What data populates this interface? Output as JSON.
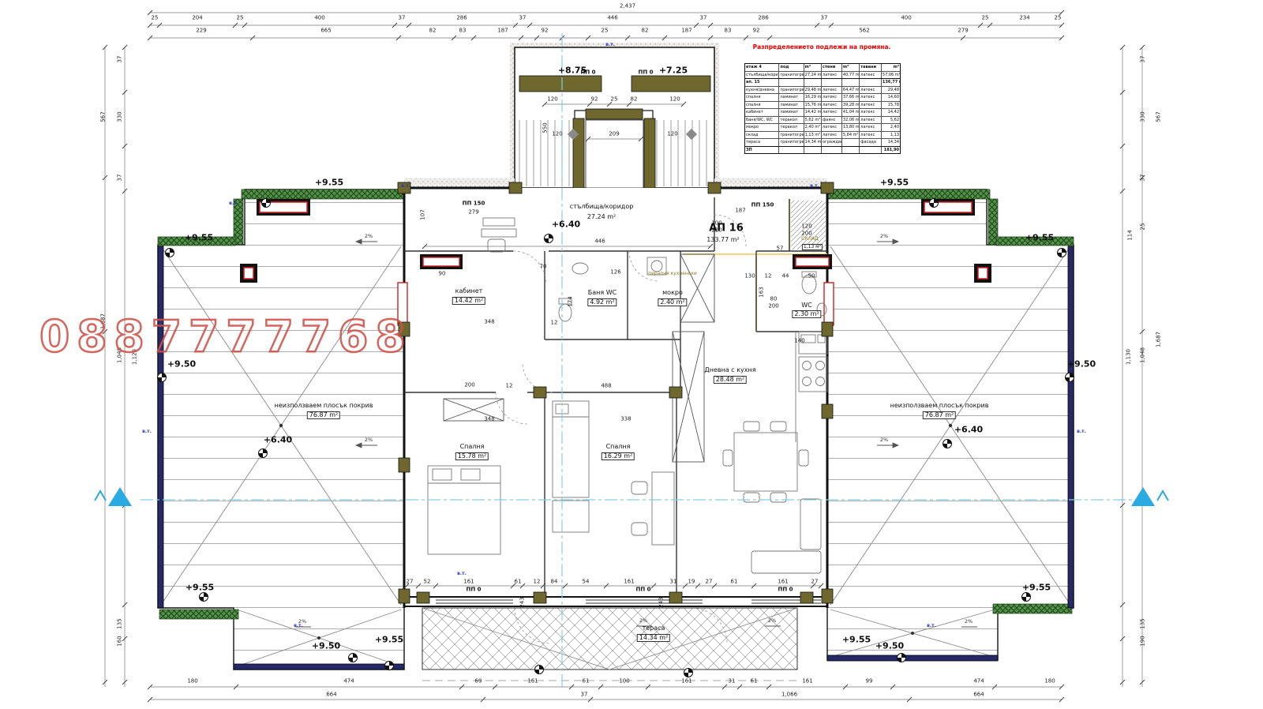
{
  "watermark": {
    "text": "0887777768"
  },
  "colors": {
    "wall_olive": "#6e682f",
    "green_roof_band": "#4c8b41",
    "navy_parapet": "#252a66",
    "skylight_red": "#cc2222",
    "centerline_cyan": "#86cfe3",
    "watermark_red": "#cf5148",
    "table_title_red": "#ec0000"
  },
  "section_table": {
    "title": "Разпределението подлежи на промяна.",
    "header": [
      "етаж 4",
      "под",
      "m²",
      "стени",
      "m²",
      "тавани",
      "m²"
    ],
    "rows": [
      [
        "стълбища/коридор",
        "гранитогрес",
        "27,24 m²",
        "латекс",
        "40,77 m²",
        "латекс",
        "57,06 m²"
      ],
      [
        "ап. 15",
        "",
        "",
        "",
        "",
        "",
        "136,77 m²"
      ],
      [
        "кухня/дневна",
        "гранитогрес",
        "29,48 m²",
        "латекс",
        "64,47 m²",
        "латекс",
        "29,48"
      ],
      [
        "спалня",
        "ламинат",
        "16,29 m²",
        "латекс",
        "37,66 m²",
        "латекс",
        "14,60"
      ],
      [
        "спалня",
        "ламинат",
        "15,76 m²",
        "латекс",
        "39,28 m²",
        "латекс",
        "15,78"
      ],
      [
        "кабинет",
        "ламинат",
        "14,42 m²",
        "латекс",
        "41,04 m²",
        "латекс",
        "14,42"
      ],
      [
        "баня/WC, WC",
        "теракол",
        "5,62 m²",
        "фаянс",
        "32,06 m²",
        "латекс",
        "5,62"
      ],
      [
        "мокро",
        "теракол",
        "2,40 m²",
        "латекс",
        "13,80 m²",
        "латекс",
        "2,40"
      ],
      [
        "склад",
        "гранитогрес",
        "1,13 m²",
        "латекс",
        "5,84 m²",
        "латекс",
        "1,13"
      ],
      [
        "тераса",
        "гранитогрес",
        "14,34 m²",
        "ограждане",
        "",
        "фасада",
        "14,34"
      ],
      [
        "ЗП",
        "",
        "",
        "",
        "",
        "",
        "181,90"
      ]
    ]
  },
  "annotations": [
    [
      "2,437",
      795,
      8,
      "d"
    ],
    [
      "25",
      196,
      23,
      "d"
    ],
    [
      "204",
      250,
      23,
      "d"
    ],
    [
      "25",
      304,
      23,
      "d"
    ],
    [
      "400",
      405,
      23,
      "d"
    ],
    [
      "37",
      509,
      23,
      "d"
    ],
    [
      "286",
      585,
      23,
      "d"
    ],
    [
      "37",
      662,
      23,
      "d"
    ],
    [
      "446",
      776,
      23,
      "d"
    ],
    [
      "37",
      891,
      23,
      "d"
    ],
    [
      "286",
      967,
      23,
      "d"
    ],
    [
      "37",
      1044,
      23,
      "d"
    ],
    [
      "400",
      1148,
      23,
      "d"
    ],
    [
      "25",
      1248,
      23,
      "d"
    ],
    [
      "234",
      1298,
      23,
      "d"
    ],
    [
      "25",
      1340,
      23,
      "d"
    ],
    [
      "229",
      255,
      39,
      "d"
    ],
    [
      "665",
      413,
      39,
      "d"
    ],
    [
      "82",
      548,
      39,
      "d"
    ],
    [
      "83",
      586,
      39,
      "d"
    ],
    [
      "187",
      637,
      39,
      "d"
    ],
    [
      "92",
      690,
      39,
      "d"
    ],
    [
      "25",
      766,
      39,
      "d"
    ],
    [
      "82",
      817,
      39,
      "d"
    ],
    [
      "187",
      870,
      39,
      "d"
    ],
    [
      "83",
      922,
      39,
      "d"
    ],
    [
      "92",
      958,
      39,
      "d"
    ],
    [
      "562",
      1095,
      39,
      "d"
    ],
    [
      "279",
      1220,
      39,
      "d"
    ],
    [
      "120",
      700,
      126,
      "d"
    ],
    [
      "92",
      753,
      126,
      "d"
    ],
    [
      "25",
      778,
      126,
      "d"
    ],
    [
      "82",
      803,
      126,
      "d"
    ],
    [
      "120",
      855,
      126,
      "d"
    ],
    [
      "120",
      706,
      170,
      "d"
    ],
    [
      "209",
      778,
      170,
      "d"
    ],
    [
      "120",
      852,
      170,
      "d"
    ],
    [
      "446",
      760,
      306,
      "d"
    ],
    [
      "279",
      600,
      269,
      "d"
    ],
    [
      "187",
      938,
      267,
      "d"
    ],
    [
      "100",
      908,
      283,
      "d"
    ],
    [
      "210",
      908,
      292,
      "d"
    ],
    [
      "57",
      988,
      315,
      "d"
    ],
    [
      "120",
      1022,
      287,
      "d"
    ],
    [
      "200",
      1022,
      296,
      "d"
    ],
    [
      "70",
      688,
      338,
      "d"
    ],
    [
      "90",
      560,
      347,
      "d"
    ],
    [
      "126",
      780,
      345,
      "d"
    ],
    [
      "348",
      620,
      408,
      "d"
    ],
    [
      "12",
      702,
      409,
      "d"
    ],
    [
      "200",
      595,
      488,
      "d"
    ],
    [
      "12",
      645,
      489,
      "d"
    ],
    [
      "488",
      768,
      489,
      "d"
    ],
    [
      "348",
      620,
      531,
      "d"
    ],
    [
      "338",
      793,
      531,
      "d"
    ],
    [
      "130",
      950,
      350,
      "d"
    ],
    [
      "12",
      973,
      350,
      "d"
    ],
    [
      "44",
      995,
      350,
      "d"
    ],
    [
      "50",
      1028,
      350,
      "d"
    ],
    [
      "80",
      980,
      379,
      "d"
    ],
    [
      "200",
      980,
      388,
      "d"
    ],
    [
      "140",
      1013,
      432,
      "d"
    ],
    [
      "27",
      519,
      737,
      "d"
    ],
    [
      "52",
      541,
      737,
      "d"
    ],
    [
      "161",
      594,
      737,
      "d"
    ],
    [
      "61",
      656,
      737,
      "d"
    ],
    [
      "12",
      680,
      737,
      "d"
    ],
    [
      "84",
      702,
      737,
      "d"
    ],
    [
      "54",
      742,
      737,
      "d"
    ],
    [
      "161",
      797,
      737,
      "d"
    ],
    [
      "31",
      853,
      737,
      "d"
    ],
    [
      "19",
      876,
      737,
      "d"
    ],
    [
      "27",
      898,
      737,
      "d"
    ],
    [
      "61",
      930,
      737,
      "d"
    ],
    [
      "161",
      992,
      737,
      "d"
    ],
    [
      "27",
      1032,
      737,
      "d"
    ],
    [
      "180",
      244,
      863,
      "d"
    ],
    [
      "474",
      442,
      863,
      "d"
    ],
    [
      "69",
      606,
      863,
      "d"
    ],
    [
      "161",
      675,
      863,
      "d"
    ],
    [
      "61",
      742,
      863,
      "d"
    ],
    [
      "100",
      791,
      863,
      "d"
    ],
    [
      "161",
      870,
      863,
      "d"
    ],
    [
      "31",
      927,
      863,
      "d"
    ],
    [
      "61",
      955,
      863,
      "d"
    ],
    [
      "161",
      1023,
      863,
      "d"
    ],
    [
      "99",
      1101,
      863,
      "d"
    ],
    [
      "474",
      1240,
      863,
      "d"
    ],
    [
      "180",
      1330,
      863,
      "d"
    ],
    [
      "664",
      420,
      880,
      "d"
    ],
    [
      "37",
      740,
      880,
      "d"
    ],
    [
      "1,066",
      1000,
      880,
      "d"
    ],
    [
      "664",
      1240,
      880,
      "d"
    ],
    [
      "37",
      152,
      75,
      "dv"
    ],
    [
      "330",
      152,
      148,
      "dv"
    ],
    [
      "567",
      131,
      148,
      "dv"
    ],
    [
      "37",
      152,
      225,
      "dv"
    ],
    [
      "1,687",
      131,
      407,
      "dv"
    ],
    [
      "1,048",
      152,
      450,
      "dv"
    ],
    [
      "1,120",
      171,
      452,
      "dv"
    ],
    [
      "135",
      152,
      790,
      "dv"
    ],
    [
      "160",
      152,
      812,
      "dv"
    ],
    [
      "37",
      1448,
      75,
      "dv"
    ],
    [
      "330",
      1448,
      148,
      "dv"
    ],
    [
      "567",
      1468,
      148,
      "dv"
    ],
    [
      "37",
      1448,
      225,
      "dv"
    ],
    [
      "25",
      1448,
      287,
      "dv"
    ],
    [
      "114",
      1432,
      298,
      "dv"
    ],
    [
      "1,687",
      1468,
      430,
      "dv"
    ],
    [
      "1,048",
      1448,
      450,
      "dv"
    ],
    [
      "1,130",
      1430,
      452,
      "dv"
    ],
    [
      "135",
      1448,
      790,
      "dv"
    ],
    [
      "190",
      1448,
      812,
      "dv"
    ],
    [
      "107",
      536,
      272,
      "dv"
    ],
    [
      "550",
      691,
      162,
      "dv"
    ],
    [
      "174",
      723,
      382,
      "dv"
    ],
    [
      "163",
      965,
      370,
      "dv"
    ],
    [
      "243",
      662,
      763,
      "dv"
    ],
    [
      "243",
      838,
      763,
      "dv"
    ],
    [
      "+8.75",
      725,
      89,
      "e"
    ],
    [
      "+7.25",
      853,
      89,
      "e"
    ],
    [
      "+6.40",
      717,
      284,
      "e"
    ],
    [
      "+9.55",
      417,
      231,
      "e"
    ],
    [
      "+9.55",
      252,
      301,
      "e"
    ],
    [
      "+9.50",
      230,
      461,
      "e"
    ],
    [
      "+6.40",
      352,
      557,
      "e"
    ],
    [
      "+9.55",
      253,
      744,
      "e"
    ],
    [
      "+9.50",
      413,
      818,
      "e"
    ],
    [
      "+9.55",
      493,
      810,
      "e"
    ],
    [
      "+9.55",
      1133,
      231,
      "e"
    ],
    [
      "+9.55",
      1317,
      301,
      "e"
    ],
    [
      "+9.50",
      1370,
      461,
      "e"
    ],
    [
      "+6.40",
      1227,
      544,
      "e"
    ],
    [
      "+9.55",
      1313,
      744,
      "e"
    ],
    [
      "+9.50",
      1127,
      818,
      "e"
    ],
    [
      "+9.55",
      1085,
      810,
      "e"
    ],
    [
      "АП 16",
      920,
      289,
      "big"
    ],
    [
      "стълбища/коридор",
      762,
      262,
      "r"
    ],
    [
      "27.24 m²",
      762,
      275,
      "r"
    ],
    [
      "133.77 m²",
      916,
      304,
      "r"
    ],
    [
      "кабинет",
      594,
      369,
      "r"
    ],
    [
      "14.42 m²",
      594,
      381,
      "rb"
    ],
    [
      "Баня WC",
      763,
      371,
      "r"
    ],
    [
      "4.92 m²",
      763,
      383,
      "rb"
    ],
    [
      "мокро",
      852,
      371,
      "r"
    ],
    [
      "2.40 m²",
      852,
      383,
      "rb"
    ],
    [
      "WC",
      1022,
      387,
      "r"
    ],
    [
      "2.30 m²",
      1022,
      398,
      "rb"
    ],
    [
      "СКЛАД",
      1026,
      303,
      "o"
    ],
    [
      "1,13 м²",
      1029,
      313,
      "sb"
    ],
    [
      "Спалня",
      598,
      566,
      "r"
    ],
    [
      "15.78 m²",
      598,
      578,
      "rb"
    ],
    [
      "Спалня",
      783,
      566,
      "r"
    ],
    [
      "16.29 m²",
      783,
      578,
      "rb"
    ],
    [
      "Дневна с кухня",
      925,
      469,
      "r"
    ],
    [
      "28.48 m²",
      925,
      481,
      "rb"
    ],
    [
      "тераса",
      828,
      796,
      "r"
    ],
    [
      "14.34 m²",
      828,
      808,
      "rb"
    ],
    [
      "неизползваем плосък покрив",
      410,
      514,
      "r"
    ],
    [
      "76.87 m²",
      410,
      526,
      "rb"
    ],
    [
      "неизползваем плосък покрив",
      1190,
      514,
      "r"
    ],
    [
      "76.87 m²",
      1190,
      526,
      "rb"
    ],
    [
      "пералня кухненски",
      852,
      347,
      "o"
    ],
    [
      "ПП 0",
      745,
      92,
      "pp"
    ],
    [
      "ПП 0",
      818,
      92,
      "pp"
    ],
    [
      "ПП 150",
      600,
      258,
      "pp"
    ],
    [
      "ПП 150",
      966,
      260,
      "pp"
    ],
    [
      "ПП 0",
      600,
      747,
      "pp"
    ],
    [
      "ПП 0",
      815,
      747,
      "pp"
    ],
    [
      "ПП 0",
      995,
      747,
      "pp"
    ],
    [
      "в.т.",
      773,
      57,
      "b"
    ],
    [
      "в.т.",
      296,
      258,
      "b"
    ],
    [
      "в.т.",
      514,
      236,
      "b"
    ],
    [
      "в.т.",
      1032,
      236,
      "b"
    ],
    [
      "в.т.",
      186,
      547,
      "b"
    ],
    [
      "в.т.",
      1370,
      547,
      "b"
    ],
    [
      "в.т.",
      585,
      727,
      "b"
    ],
    [
      "в.т.",
      378,
      793,
      "b"
    ],
    [
      "в.т.",
      1180,
      793,
      "b"
    ],
    [
      "2%",
      467,
      299,
      "pct"
    ],
    [
      "2%",
      467,
      557,
      "pct"
    ],
    [
      "2%",
      383,
      787,
      "pct"
    ],
    [
      "2%",
      1120,
      299,
      "pct"
    ],
    [
      "2%",
      1120,
      557,
      "pct"
    ],
    [
      "2%",
      1227,
      787,
      "pct"
    ],
    [
      "2%",
      815,
      786,
      "pct"
    ],
    [
      "2%",
      978,
      786,
      "pct"
    ]
  ]
}
